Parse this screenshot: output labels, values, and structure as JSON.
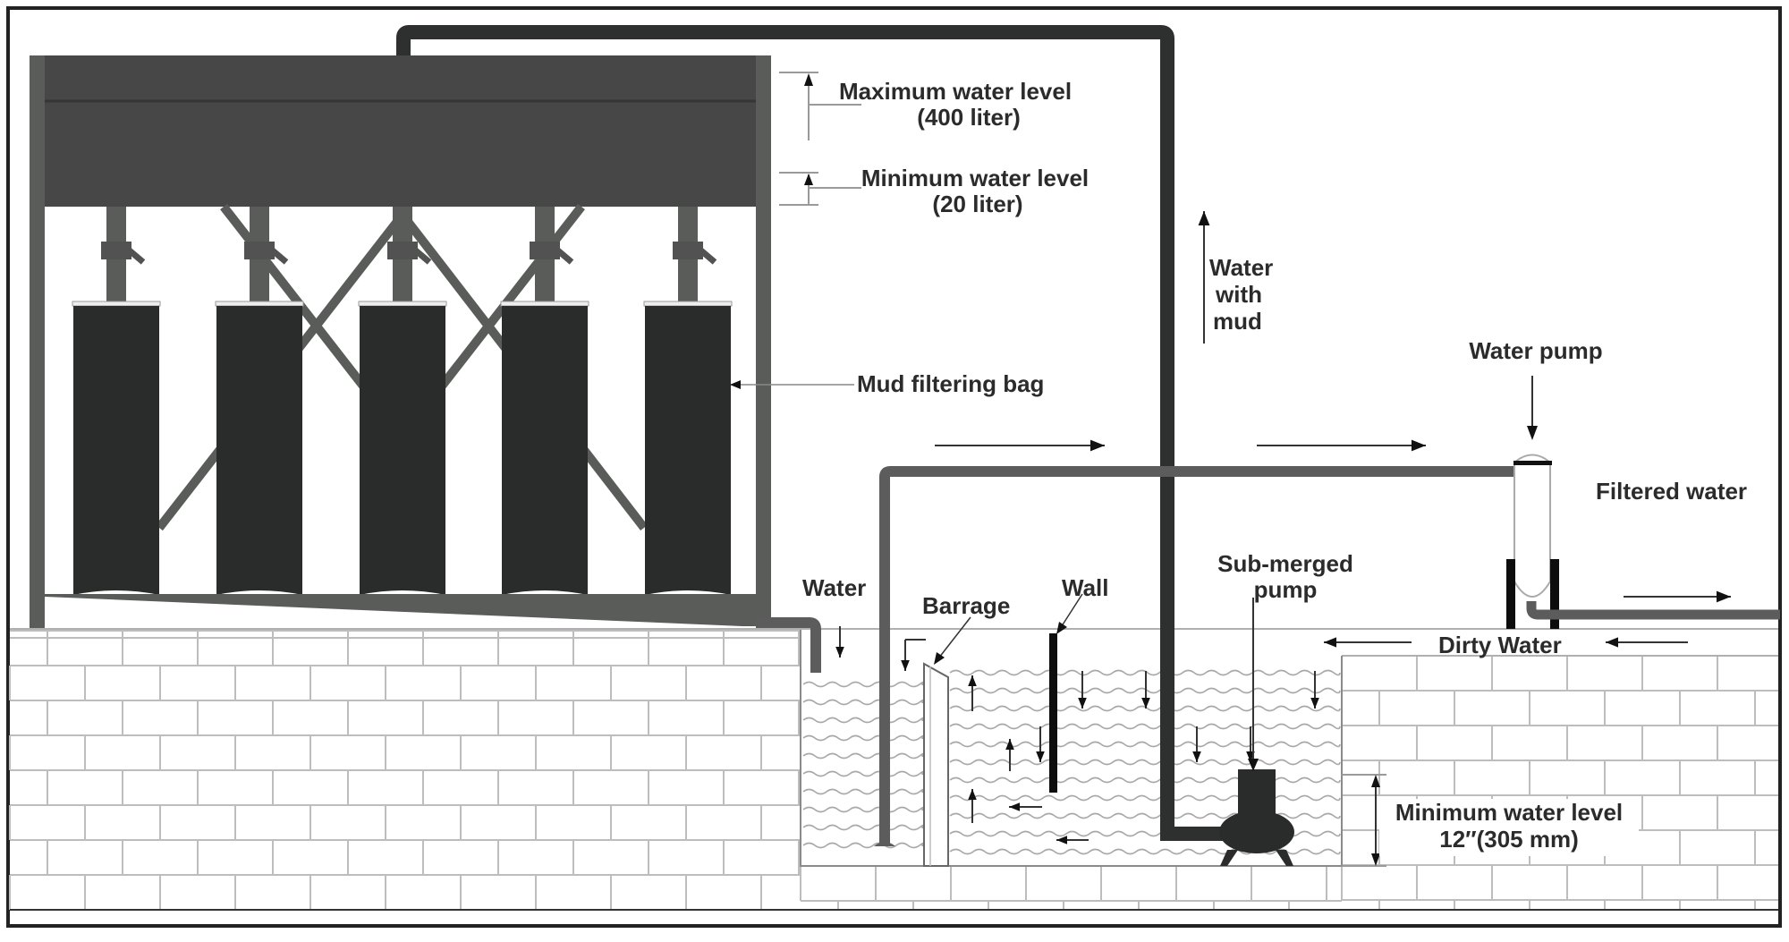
{
  "diagram": {
    "title": "Mud filtering water recycling system",
    "colors": {
      "tank": "#474747",
      "frame": "#5a5c5a",
      "bag": "#2a2c2b",
      "dark_pipe": "#2e302f",
      "gray_pipe": "#5c5c5c",
      "wall": "#0d0d0d",
      "brick_line": "#bdbdbd",
      "text": "#2b2b2b"
    },
    "labels": {
      "max_level_line1": "Maximum water level",
      "max_level_line2": "(400 liter)",
      "min_level_line1": "Minimum water level",
      "min_level_line2": "(20 liter)",
      "water_with_mud_1": "Water",
      "water_with_mud_2": "with",
      "water_with_mud_3": "mud",
      "mud_filtering_bag": "Mud filtering bag",
      "water_pump": "Water pump",
      "filtered_water": "Filtered water",
      "water": "Water",
      "barrage": "Barrage",
      "wall": "Wall",
      "submerged_pump_1": "Sub-merged",
      "submerged_pump_2": "pump",
      "dirty_water": "Dirty Water",
      "pool_min_level_1": "Minimum water level",
      "pool_min_level_2": "12″(305 mm)"
    },
    "filter_bags": [
      {
        "id": 1
      },
      {
        "id": 2
      },
      {
        "id": 3
      },
      {
        "id": 4
      },
      {
        "id": 5
      }
    ]
  }
}
